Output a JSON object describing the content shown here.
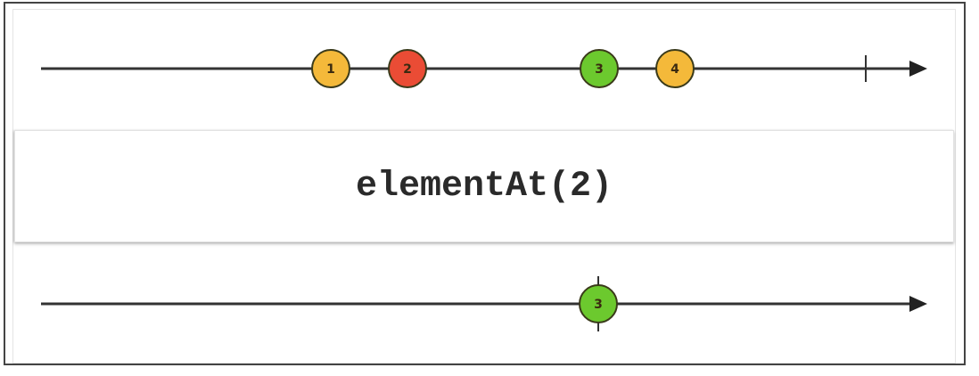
{
  "operator": {
    "label": "elementAt(2)"
  },
  "input_stream": {
    "marbles": [
      {
        "label": "1",
        "color": "#f4b93a"
      },
      {
        "label": "2",
        "color": "#ea4c35"
      },
      {
        "label": "3",
        "color": "#6cc92e"
      },
      {
        "label": "4",
        "color": "#f4b93a"
      }
    ],
    "completed": true
  },
  "output_stream": {
    "marbles": [
      {
        "label": "3",
        "color": "#6cc92e"
      }
    ],
    "completed": true
  }
}
